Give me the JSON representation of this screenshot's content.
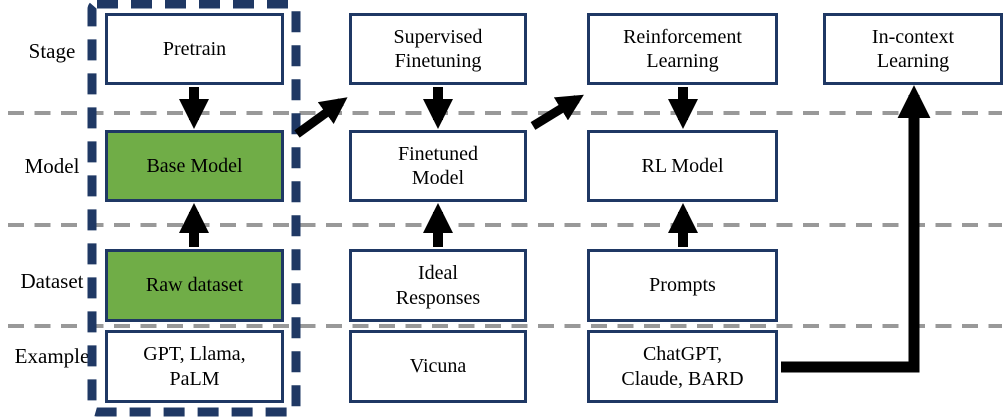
{
  "row_labels": [
    "Stage",
    "Model",
    "Dataset",
    "Example"
  ],
  "boxes": {
    "pretrain": "Pretrain",
    "supervised_finetuning": "Supervised\nFinetuning",
    "reinforcement_learning": "Reinforcement\nLearning",
    "in_context_learning": "In-context\nLearning",
    "base_model": "Base Model",
    "finetuned_model": "Finetuned\nModel",
    "rl_model": "RL Model",
    "raw_dataset": "Raw dataset",
    "ideal_responses": "Ideal\nResponses",
    "prompts": "Prompts",
    "example_pretrain": "GPT, Llama,\nPaLM",
    "example_finetuning": "Vicuna",
    "example_rl": "ChatGPT,\nClaude, BARD"
  },
  "colors": {
    "highlight_fill": "#70ad47",
    "box_border": "#1f3864",
    "dashed_outline": "#1f3864",
    "row_divider": "#999999",
    "arrow": "#000000",
    "background": "#ffffff"
  }
}
